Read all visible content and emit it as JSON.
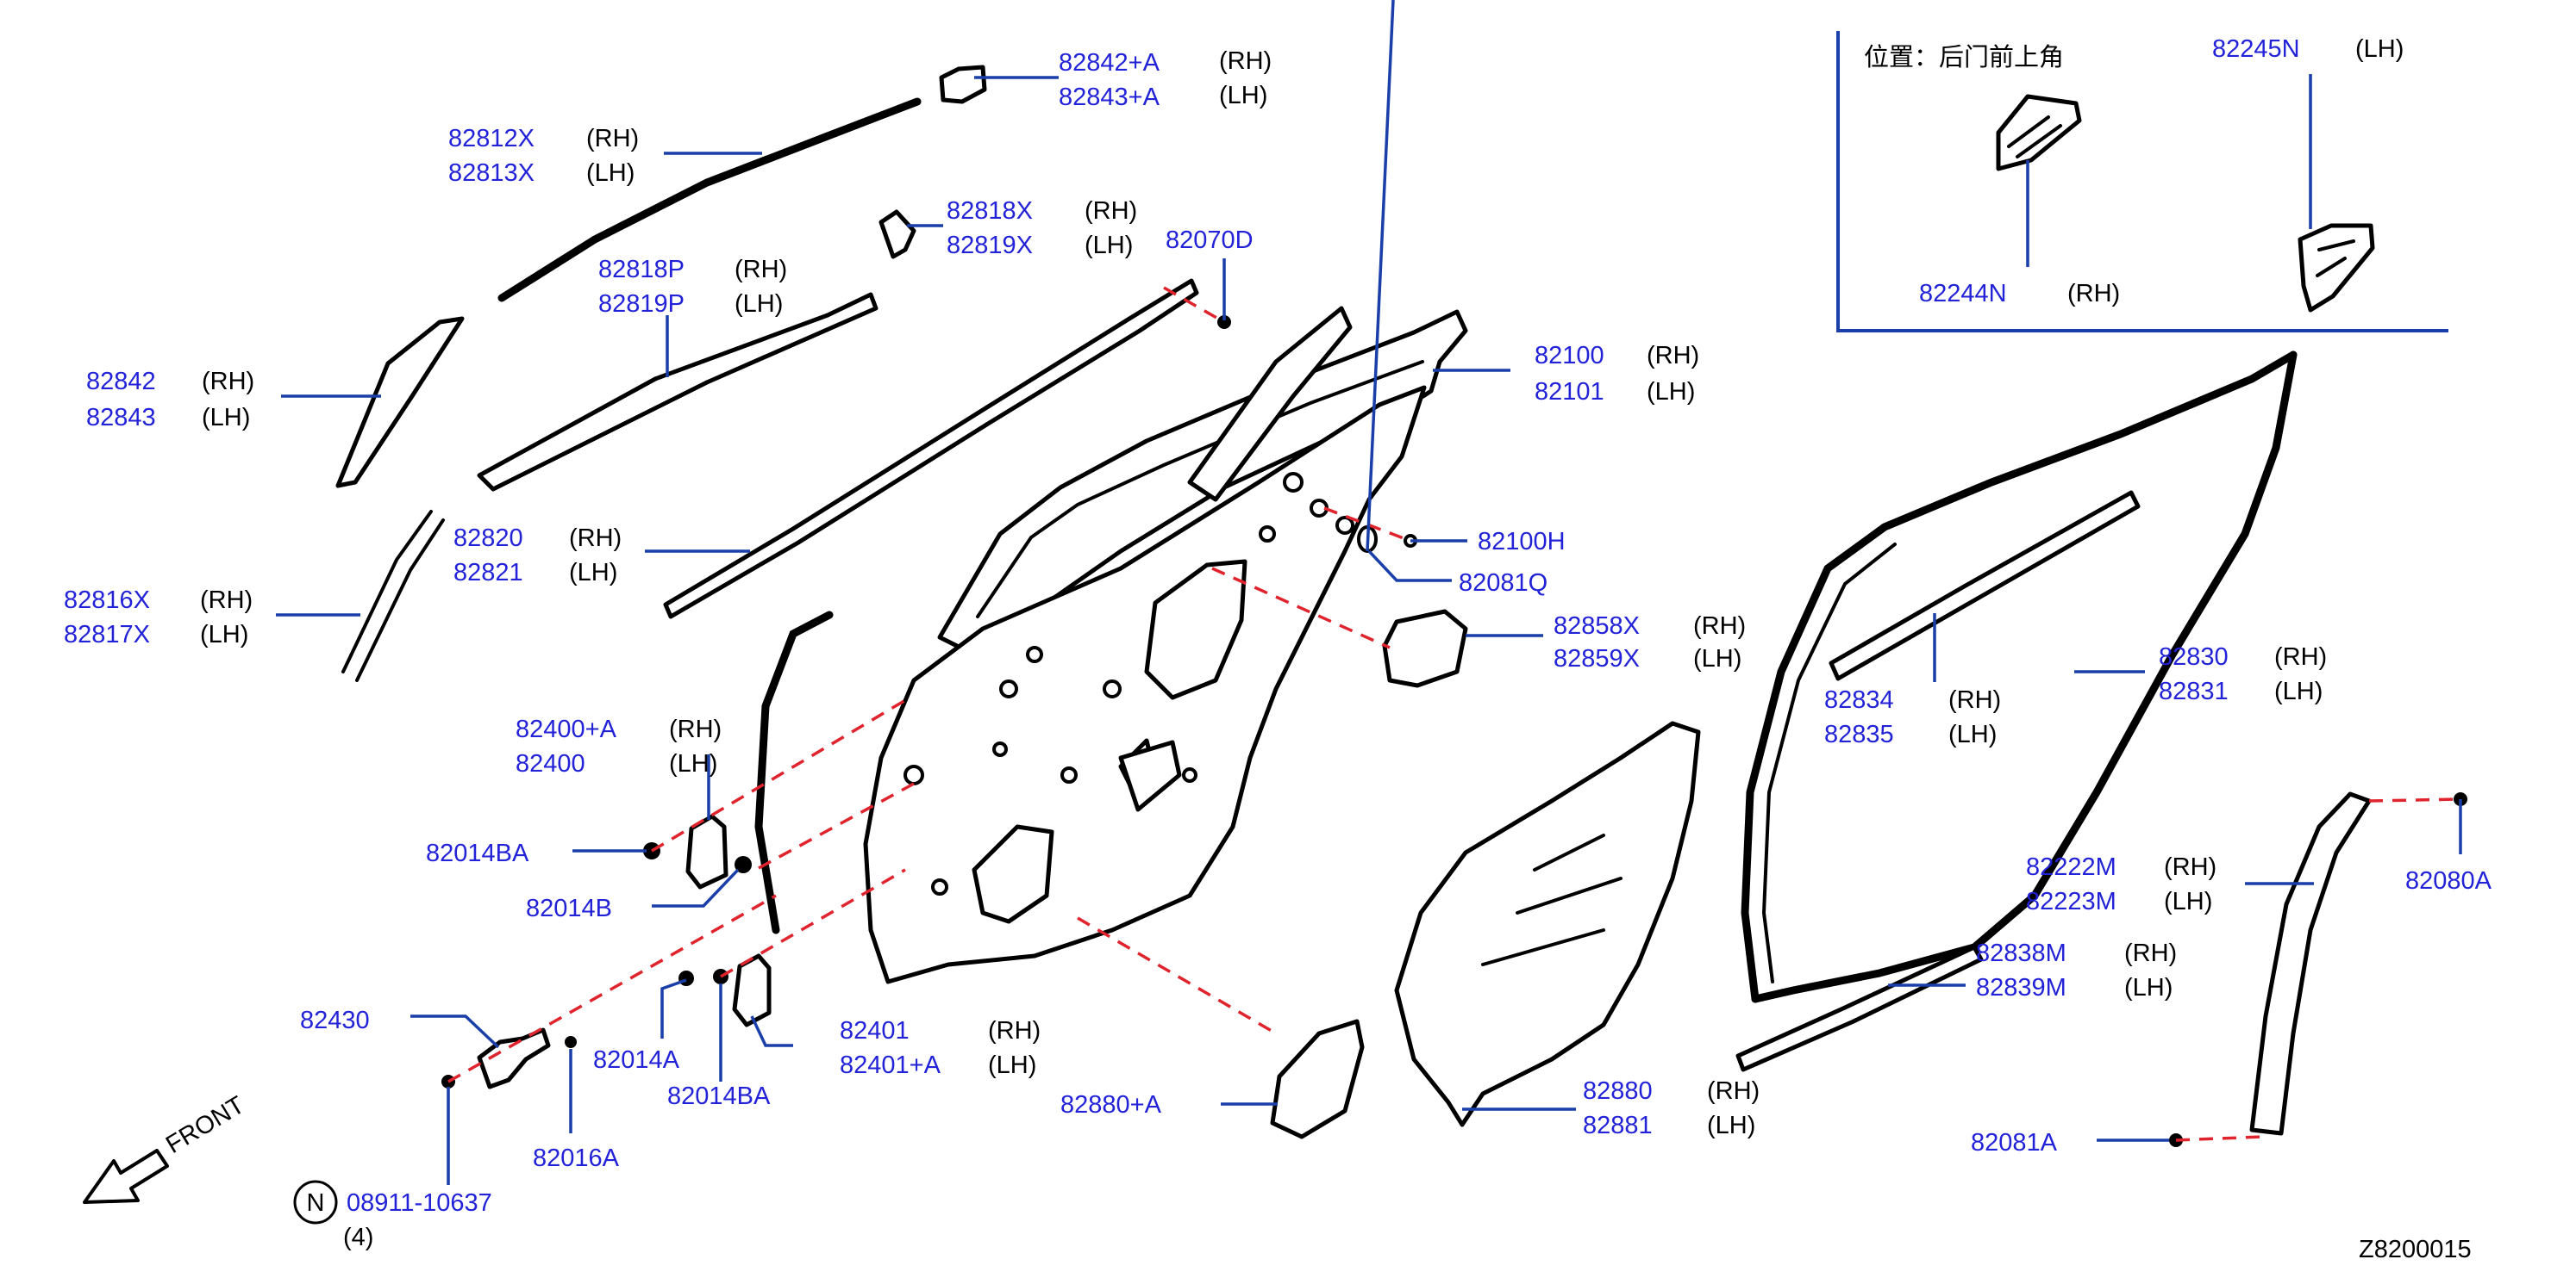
{
  "inset": {
    "location_label": "位置：后门前上角",
    "parts": [
      {
        "number": "82245N",
        "side": "(LH)"
      },
      {
        "number": "82244N",
        "side": "(RH)"
      }
    ]
  },
  "callouts": [
    {
      "number": "82842+A",
      "side": "(RH)"
    },
    {
      "number": "82843+A",
      "side": "(LH)"
    },
    {
      "number": "82812X",
      "side": "(RH)"
    },
    {
      "number": "82813X",
      "side": "(LH)"
    },
    {
      "number": "82818X",
      "side": "(RH)"
    },
    {
      "number": "82819X",
      "side": "(LH)"
    },
    {
      "number": "82070D",
      "side": ""
    },
    {
      "number": "82818P",
      "side": "(RH)"
    },
    {
      "number": "82819P",
      "side": "(LH)"
    },
    {
      "number": "82842",
      "side": "(RH)"
    },
    {
      "number": "82843",
      "side": "(LH)"
    },
    {
      "number": "82100",
      "side": "(RH)"
    },
    {
      "number": "82101",
      "side": "(LH)"
    },
    {
      "number": "82820",
      "side": "(RH)"
    },
    {
      "number": "82821",
      "side": "(LH)"
    },
    {
      "number": "82100H",
      "side": ""
    },
    {
      "number": "82081Q",
      "side": ""
    },
    {
      "number": "82816X",
      "side": "(RH)"
    },
    {
      "number": "82817X",
      "side": "(LH)"
    },
    {
      "number": "82858X",
      "side": "(RH)"
    },
    {
      "number": "82859X",
      "side": "(LH)"
    },
    {
      "number": "82400+A",
      "side": "(RH)"
    },
    {
      "number": "82400",
      "side": "(LH)"
    },
    {
      "number": "82014BA",
      "side": ""
    },
    {
      "number": "82014B",
      "side": ""
    },
    {
      "number": "82430",
      "side": ""
    },
    {
      "number": "82014A",
      "side": ""
    },
    {
      "number": "82401",
      "side": "(RH)"
    },
    {
      "number": "82401+A",
      "side": "(LH)"
    },
    {
      "number": "82014BA",
      "side": ""
    },
    {
      "number": "82880+A",
      "side": ""
    },
    {
      "number": "82016A",
      "side": ""
    },
    {
      "number": "08911-10637",
      "side": ""
    },
    {
      "number": "82880",
      "side": "(RH)"
    },
    {
      "number": "82881",
      "side": "(LH)"
    },
    {
      "number": "82834",
      "side": "(RH)"
    },
    {
      "number": "82835",
      "side": "(LH)"
    },
    {
      "number": "82830",
      "side": "(RH)"
    },
    {
      "number": "82831",
      "side": "(LH)"
    },
    {
      "number": "82222M",
      "side": "(RH)"
    },
    {
      "number": "82223M",
      "side": "(LH)"
    },
    {
      "number": "82080A",
      "side": ""
    },
    {
      "number": "82838M",
      "side": "(RH)"
    },
    {
      "number": "82839M",
      "side": "(LH)"
    },
    {
      "number": "82081A",
      "side": ""
    }
  ],
  "bolt_symbol": "N",
  "bolt_quantity": "(4)",
  "front_label": "FRONT",
  "diagram_code": "Z8200015",
  "colors": {
    "part_number": "#2222d8",
    "leader_line": "#1b3fa8",
    "dashed_line": "#e0242d",
    "outline": "#000000"
  }
}
